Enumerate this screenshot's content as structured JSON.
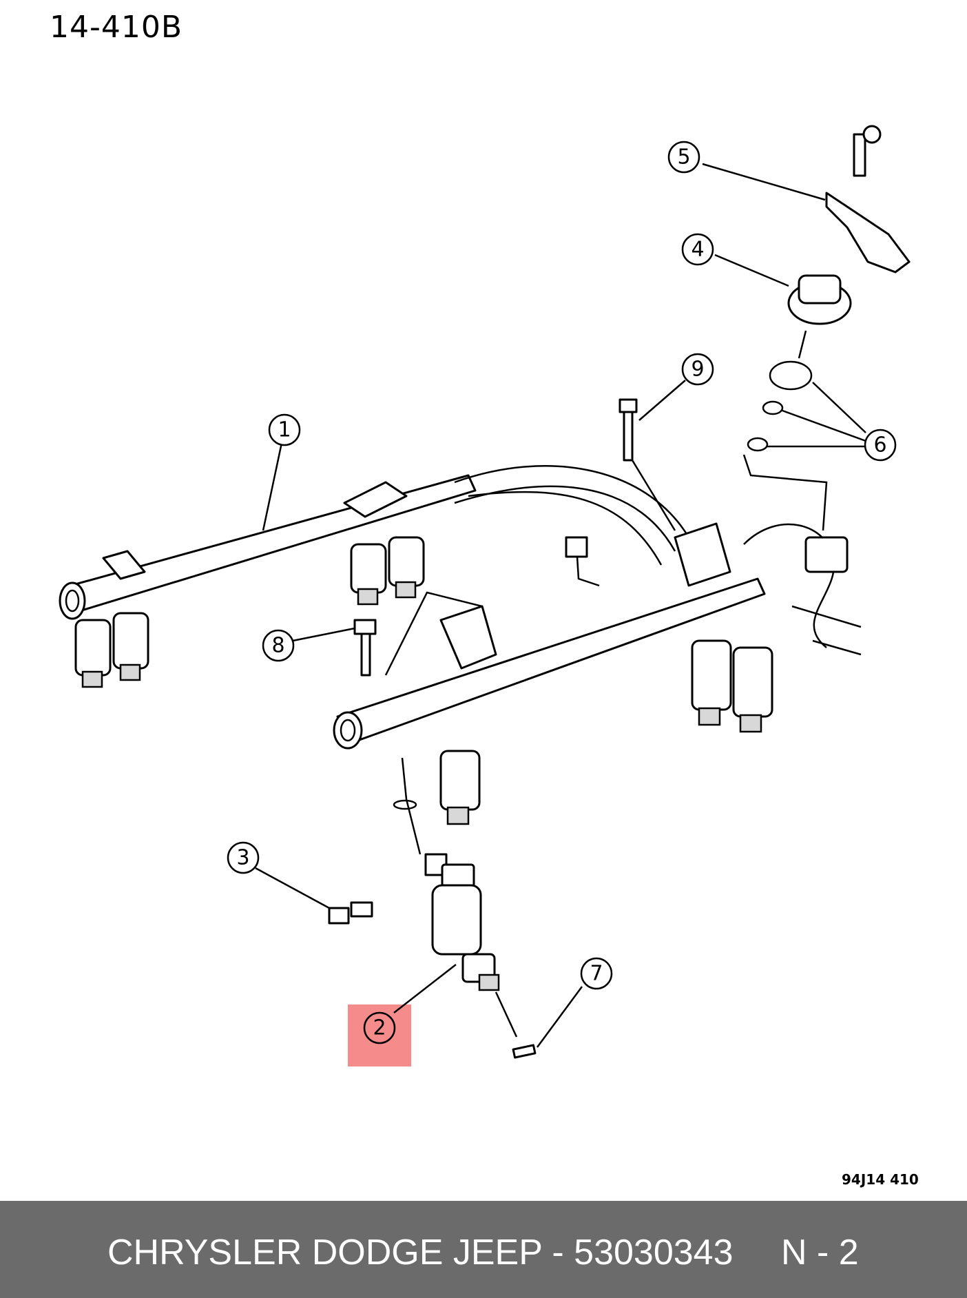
{
  "header": {
    "page_code": "14-410B"
  },
  "figure": {
    "figure_code": "94J14 410"
  },
  "callouts": [
    {
      "label": "1"
    },
    {
      "label": "2"
    },
    {
      "label": "3"
    },
    {
      "label": "4"
    },
    {
      "label": "5"
    },
    {
      "label": "6"
    },
    {
      "label": "7"
    },
    {
      "label": "8"
    },
    {
      "label": "9"
    }
  ],
  "highlight": {
    "callout": "2",
    "color": "#f58b8b"
  },
  "footer": {
    "brand_part": "CHRYSLER DODGE JEEP - 53030343",
    "page": "N - 2",
    "background": "#6b6b6b"
  }
}
